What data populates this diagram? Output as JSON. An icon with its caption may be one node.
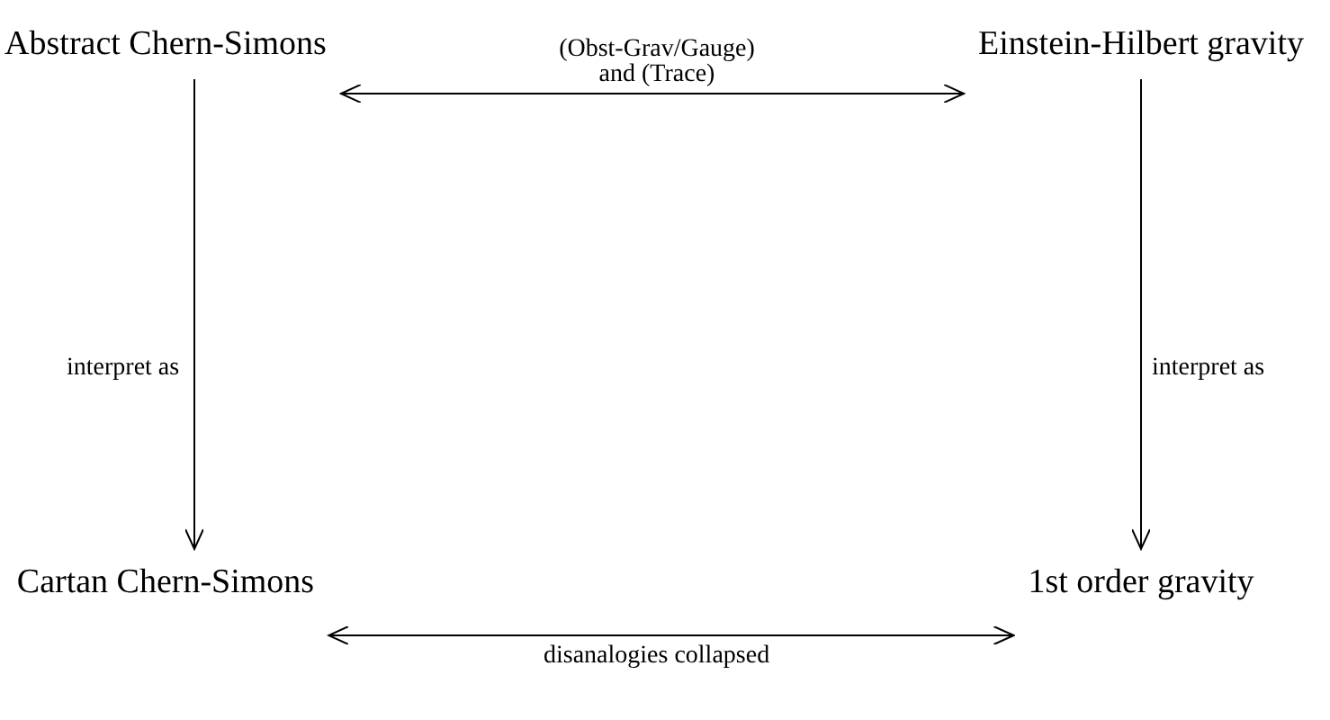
{
  "diagram": {
    "nodes": [
      {
        "text": [
          "Abstract Chern-Simons"
        ]
      },
      {
        "text": [
          "Einstein-Hilbert gravity"
        ]
      },
      {
        "text": [
          "Cartan Chern-Simons"
        ]
      },
      {
        "text": [
          "1st order gravity"
        ]
      }
    ],
    "edges": [
      {
        "from": 0,
        "to": 1,
        "arrow": "both",
        "label": "(Obst-Grav/Gauge) and (Trace)"
      },
      {
        "from": 0,
        "to": 2,
        "arrow": "to",
        "label": "interpret as"
      },
      {
        "from": 1,
        "to": 3,
        "arrow": "to",
        "label": "interpret as"
      },
      {
        "from": 2,
        "to": 3,
        "arrow": "both",
        "label": "disanalogies collapsed"
      }
    ]
  }
}
